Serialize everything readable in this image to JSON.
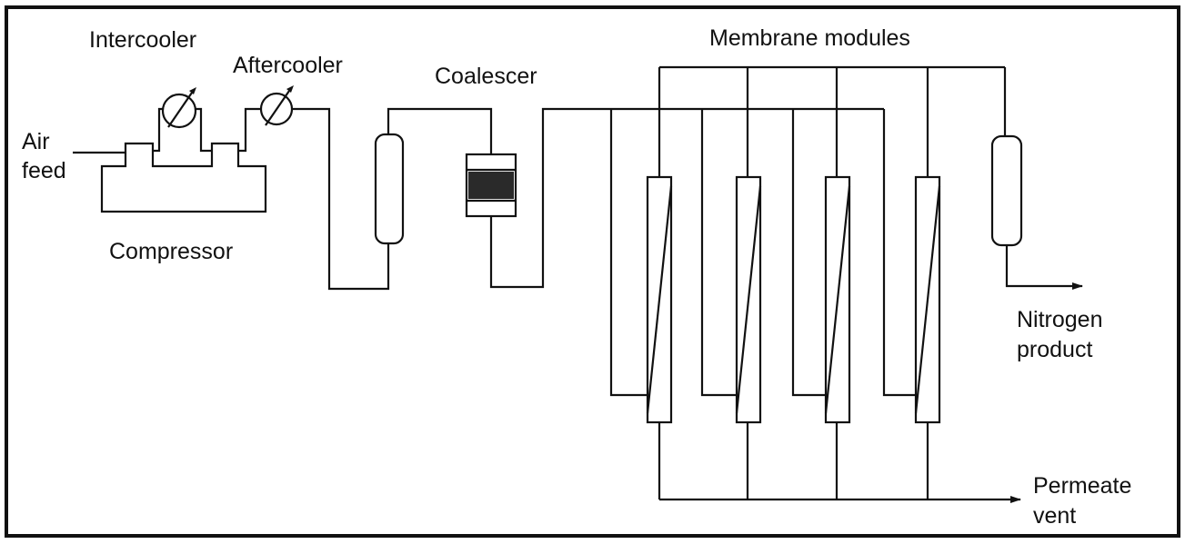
{
  "labels": {
    "intercooler": "Intercooler",
    "aftercooler": "Aftercooler",
    "air_feed_line1": "Air",
    "air_feed_line2": "feed",
    "compressor": "Compressor",
    "coalescer": "Coalescer",
    "membrane_modules": "Membrane modules",
    "nitrogen_line1": "Nitrogen",
    "nitrogen_line2": "product",
    "permeate_line1": "Permeate",
    "permeate_line2": "vent"
  }
}
